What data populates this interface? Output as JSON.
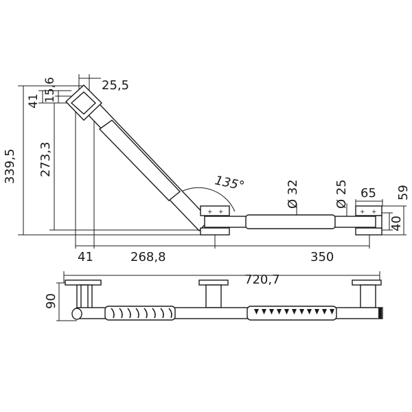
{
  "drawing": {
    "top_view": {
      "dims": {
        "d_25_5": "25,5",
        "d_15_6": "15,6",
        "d_41_left": "41",
        "d_339_5": "339,5",
        "d_273_3": "273,3",
        "angle": "135°",
        "dia_32": "Ø 32",
        "dia_25": "Ø 25",
        "d_65": "65",
        "d_59": "59",
        "d_40": "40",
        "d_41_bottom": "41",
        "d_268_8": "268,8",
        "d_350": "350"
      }
    },
    "side_view": {
      "dims": {
        "d_720_7": "720,7",
        "d_90": "90"
      }
    }
  }
}
